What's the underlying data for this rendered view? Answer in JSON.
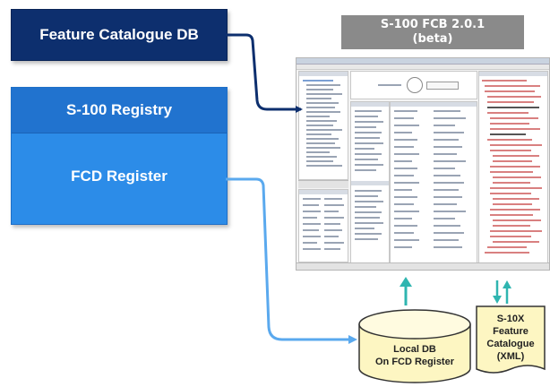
{
  "boxes": {
    "feature_catalogue_db": "Feature Catalogue DB",
    "s100_registry": "S-100 Registry",
    "fcd_register": "FCD Register"
  },
  "banner": {
    "line1": "S-100 FCB 2.0.1",
    "line2": "(beta)"
  },
  "local_db": {
    "line1": "Local DB",
    "line2": "On FCD Register"
  },
  "feature_catalogue_xml": {
    "line1": "S-10X",
    "line2": "Feature",
    "line3": "Catalogue",
    "line4": "(XML)"
  },
  "colors": {
    "feature_catalogue_db_fill": "#0d2f6e",
    "registry_fill": "#2173cf",
    "fcd_register_fill": "#2c8ce8",
    "dark_arrow": "#0d2f6e",
    "light_arrow": "#5aa9ee",
    "teal_arrow": "#2fb5b0",
    "banner_fill": "#8a8a8a",
    "db_fill": "#fdf6c2"
  }
}
